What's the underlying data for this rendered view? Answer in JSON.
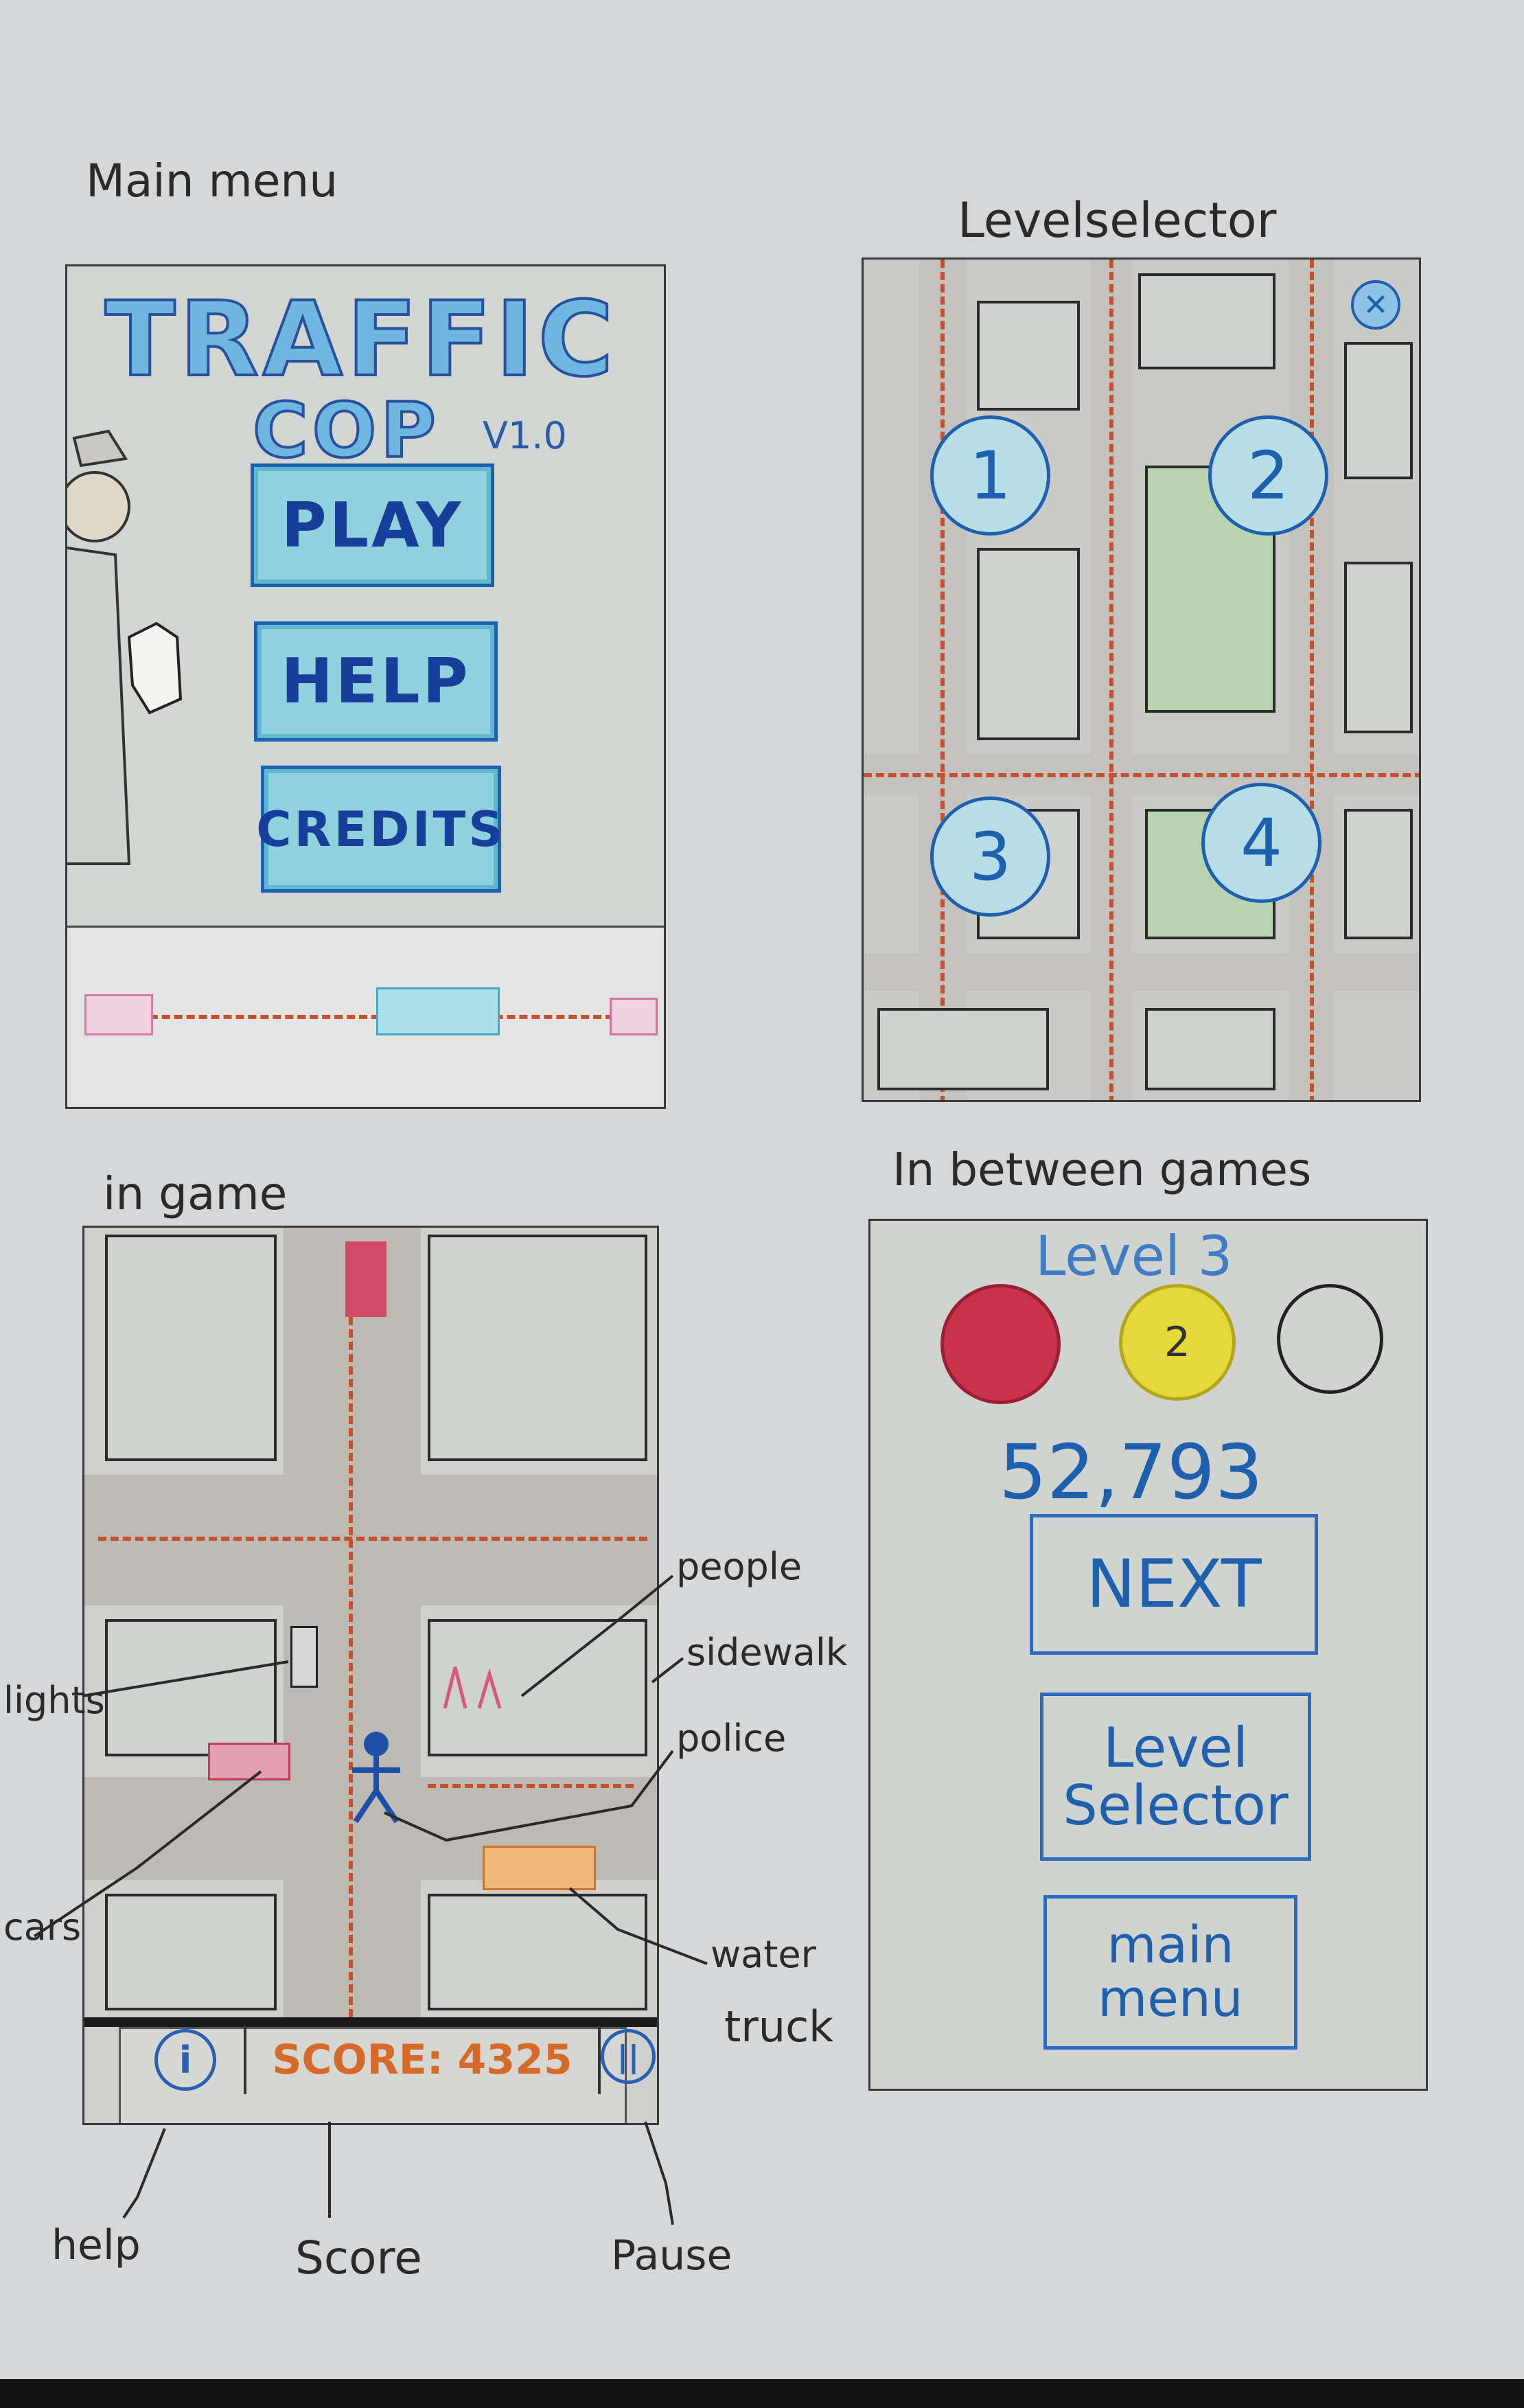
{
  "labels": {
    "main_menu": "Main menu",
    "level_selector": "Levelselector",
    "in_game": "in game",
    "in_between": "In between games"
  },
  "main_menu": {
    "title_line1": "TRAFFIC",
    "title_line2": "COP",
    "version": "V1.0",
    "buttons": [
      "PLAY",
      "HELP",
      "CREDITS"
    ]
  },
  "level_selector": {
    "close_icon": "close-icon",
    "levels": [
      "1",
      "2",
      "3",
      "4"
    ]
  },
  "in_game": {
    "help_icon": "info-icon",
    "score": "SCORE: 4325",
    "pause_icon": "pause-icon",
    "annotations": {
      "people": "people",
      "sidewalk": "sidewalk",
      "lights": "lights",
      "police": "police",
      "cars": "cars",
      "water_truck_line1": "water",
      "water_truck_line2": "truck",
      "help": "help",
      "score": "Score",
      "pause": "Pause"
    }
  },
  "in_between": {
    "level_title": "Level 3",
    "stars": [
      {
        "label": "",
        "color": "#c8324a"
      },
      {
        "label": "2",
        "color": "#e6d83a"
      },
      {
        "label": "",
        "color": "transparent"
      }
    ],
    "score": "52,793",
    "buttons": {
      "next": "NEXT",
      "level_selector": "Level Selector",
      "main_menu": "main menu"
    }
  },
  "colors": {
    "accent_blue": "#1e5fae",
    "road_dash": "#c5502a"
  }
}
